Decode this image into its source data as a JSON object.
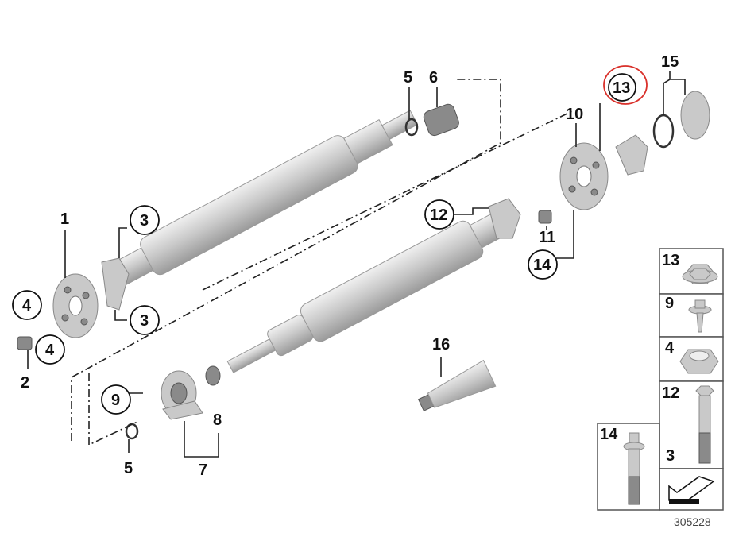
{
  "diagram": {
    "labels": {
      "l1": "1",
      "l2": "2",
      "l3a": "3",
      "l3b": "3",
      "l4a": "4",
      "l4b": "4",
      "l5a": "5",
      "l5b": "5",
      "l6": "6",
      "l7": "7",
      "l8": "8",
      "l9": "9",
      "l10": "10",
      "l11": "11",
      "l12": "12",
      "l13": "13",
      "l14": "14",
      "l15": "15",
      "l16": "16"
    },
    "legend": {
      "p13": "13",
      "p9": "9",
      "p4": "4",
      "p12": "12",
      "p3": "3",
      "p14": "14"
    },
    "diagram_number": "305228",
    "highlight_color": "#d9302a"
  }
}
